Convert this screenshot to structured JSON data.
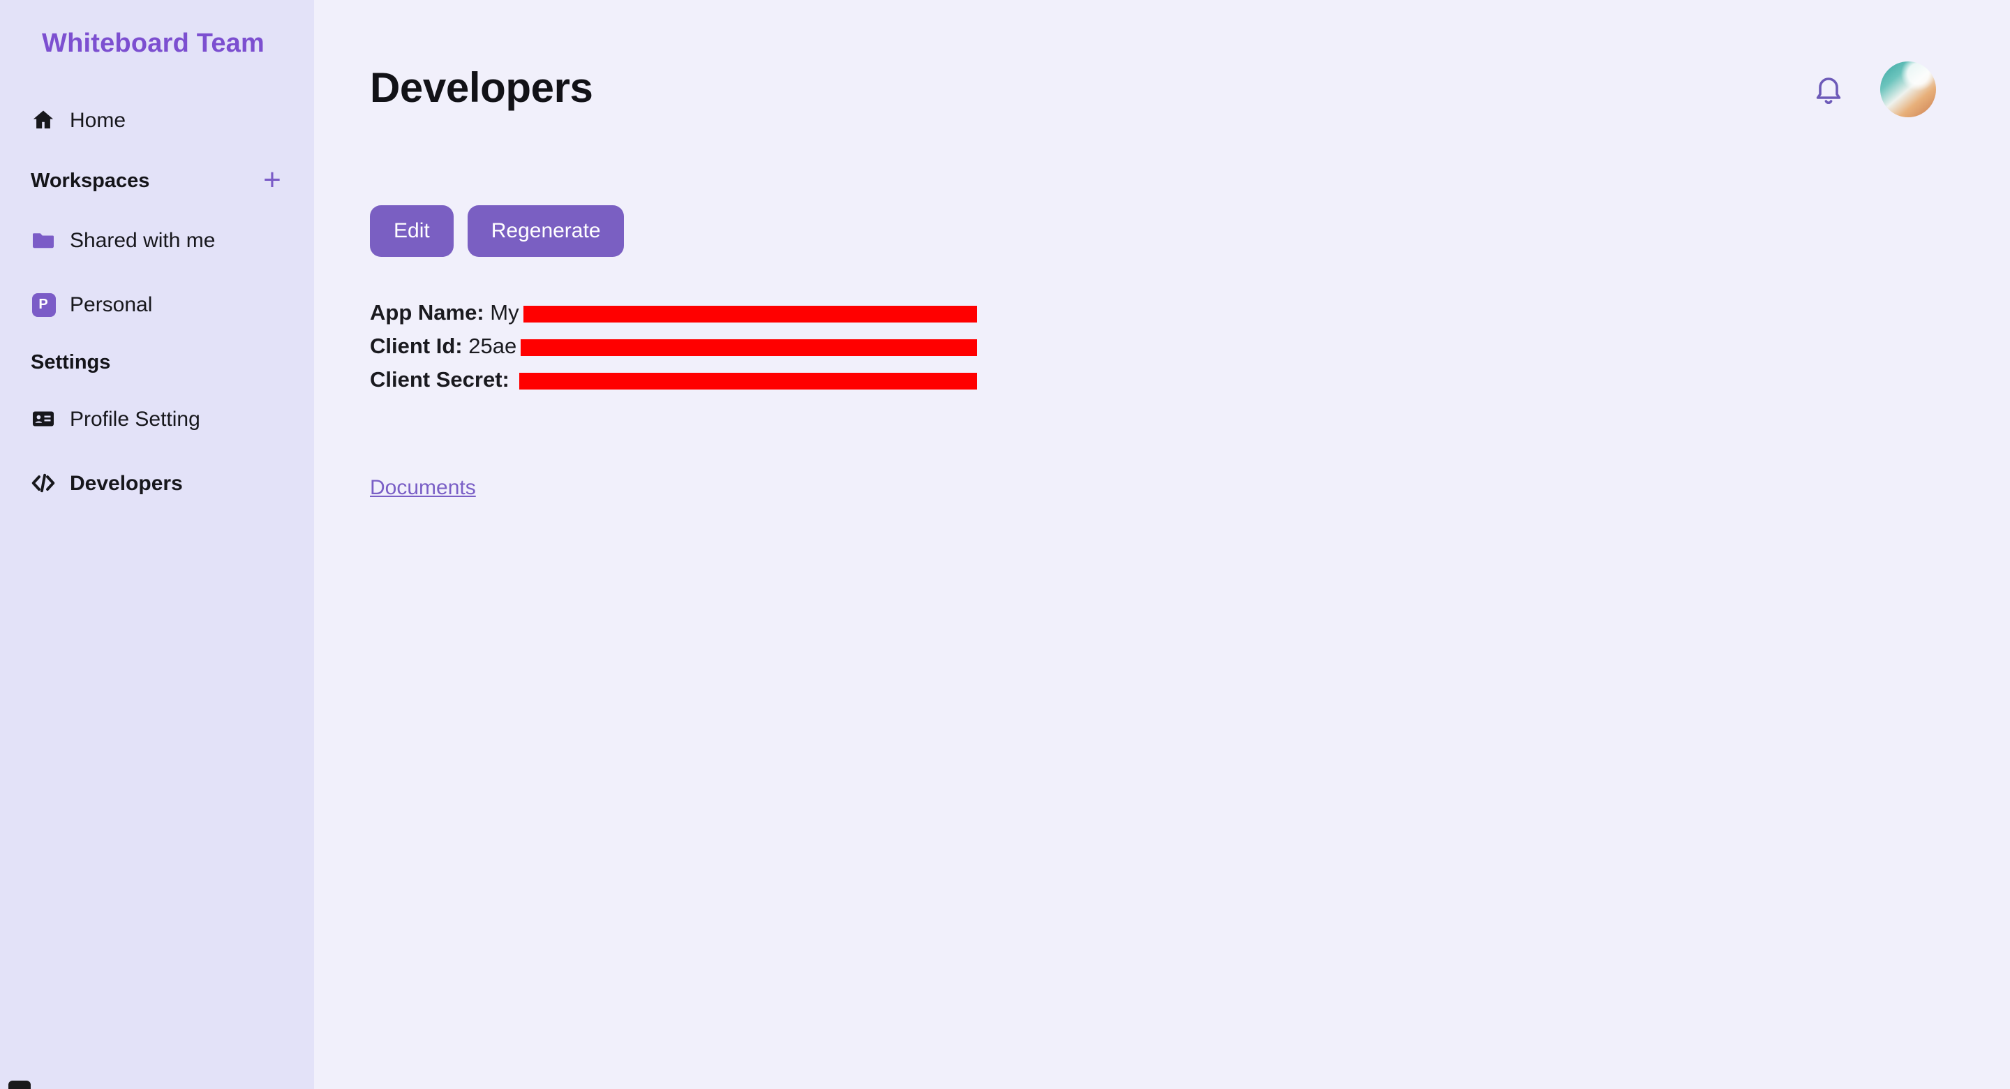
{
  "colors": {
    "accent": "#7b5cc7",
    "sidebar_bg": "#e3e2f8",
    "main_bg": "#f1f0fb",
    "button_bg": "#7a5fc2",
    "redaction": "#ff0000"
  },
  "sidebar": {
    "title": "Whiteboard Team",
    "home": {
      "label": "Home"
    },
    "workspaces": {
      "header": "Workspaces",
      "add_button": "+",
      "items": [
        {
          "label": "Shared with me"
        },
        {
          "label": "Personal",
          "badge_letter": "P"
        }
      ]
    },
    "settings": {
      "header": "Settings",
      "items": [
        {
          "label": "Profile Setting"
        },
        {
          "label": "Developers"
        }
      ]
    }
  },
  "header": {
    "title": "Developers"
  },
  "toolbar": {
    "edit_label": "Edit",
    "regenerate_label": "Regenerate"
  },
  "app_details": {
    "rows": [
      {
        "label": "App Name:",
        "visible_value": " My",
        "redacted": true
      },
      {
        "label": "Client Id:",
        "visible_value": " 25ae",
        "redacted": true
      },
      {
        "label": "Client Secret:",
        "visible_value": " ",
        "redacted": true
      }
    ]
  },
  "footer_links": {
    "documents": "Documents"
  }
}
